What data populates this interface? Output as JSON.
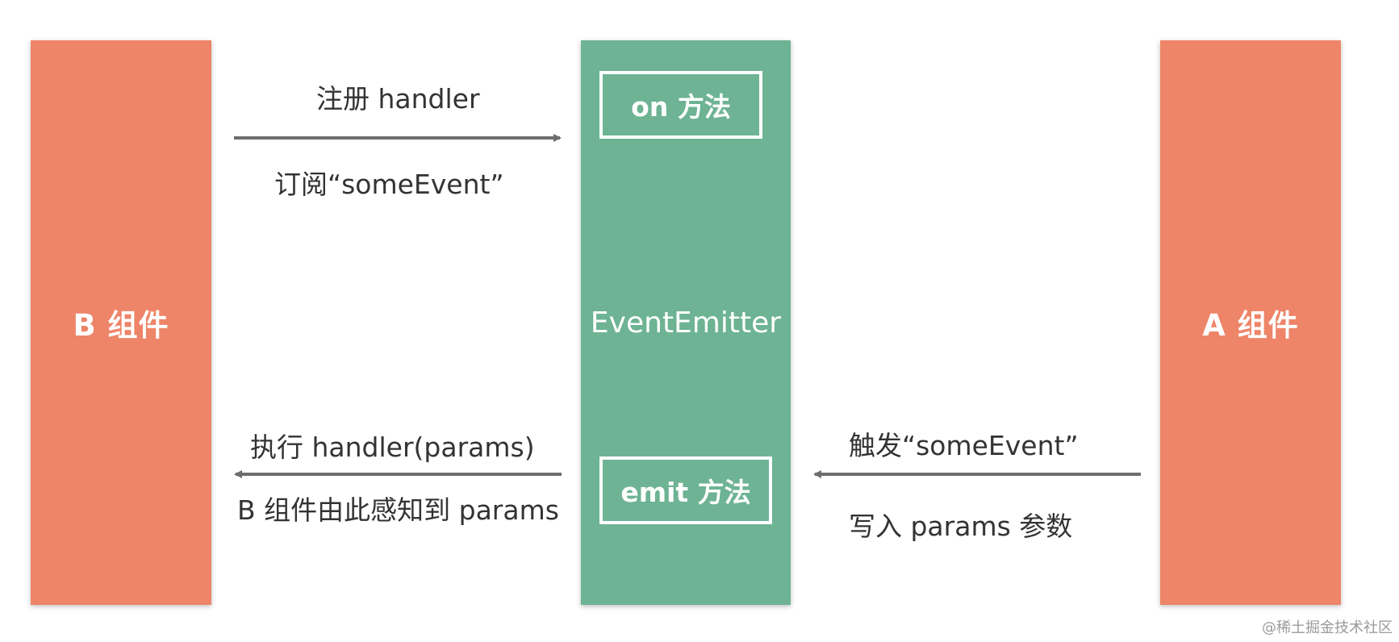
{
  "colors": {
    "component": "#EE8468",
    "emitter": "#6DB394",
    "arrow": "#6E6E6E",
    "text": "#333333"
  },
  "components": {
    "b_label": "B 组件",
    "a_label": "A 组件"
  },
  "emitter": {
    "label": "EventEmitter",
    "on_method": "on 方法",
    "emit_method": "emit 方法"
  },
  "flows": {
    "subscribe_top": "注册 handler",
    "subscribe_bottom": "订阅“someEvent”",
    "execute_top": "执行 handler(params)",
    "execute_bottom": "B 组件由此感知到 params",
    "trigger_top": "触发“someEvent”",
    "trigger_bottom": "写入 params 参数"
  },
  "watermark": "@稀土掘金技术社区"
}
